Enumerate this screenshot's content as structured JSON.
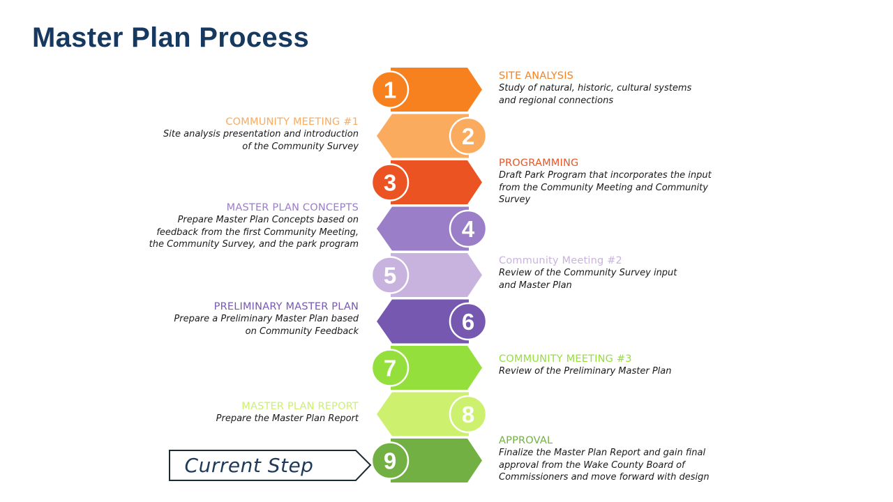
{
  "title": "Master Plan Process",
  "current_step": {
    "label": "Current Step",
    "step_number": 9
  },
  "steps": [
    {
      "number": "1",
      "title": "SITE ANALYSIS",
      "description": "Study of natural, historic, cultural systems\nand regional connections",
      "color": "#f7811f",
      "title_color": "#f7811f",
      "direction": "right",
      "text_side": "right"
    },
    {
      "number": "2",
      "title": "COMMUNITY MEETING #1",
      "description": "Site analysis presentation and introduction\nof the Community Survey",
      "color": "#fbab5e",
      "title_color": "#fbab5e",
      "direction": "left",
      "text_side": "left"
    },
    {
      "number": "3",
      "title": "PROGRAMMING",
      "description": "Draft Park Program that incorporates the input\nfrom the Community Meeting and Community\nSurvey",
      "color": "#ec5323",
      "title_color": "#ec5323",
      "direction": "right",
      "text_side": "right"
    },
    {
      "number": "4",
      "title": "MASTER PLAN CONCEPTS",
      "description": "Prepare Master Plan Concepts based on\nfeedback from the first Community Meeting,\nthe Community Survey, and the park program",
      "color": "#9a7ec7",
      "title_color": "#9a7ec7",
      "direction": "left",
      "text_side": "left"
    },
    {
      "number": "5",
      "title": "Community Meeting #2",
      "description": "Review of the Community Survey input\nand Master Plan",
      "color": "#c8b3df",
      "title_color": "#c8b3df",
      "direction": "right",
      "text_side": "right"
    },
    {
      "number": "6",
      "title": "PRELIMINARY MASTER PLAN",
      "description": "Prepare a Preliminary Master Plan based\non Community Feedback",
      "color": "#7658b0",
      "title_color": "#7658b0",
      "direction": "left",
      "text_side": "left"
    },
    {
      "number": "7",
      "title": "COMMUNITY MEETING #3",
      "description": "Review of the Preliminary Master Plan",
      "color": "#94df3b",
      "title_color": "#94df3b",
      "direction": "right",
      "text_side": "right"
    },
    {
      "number": "8",
      "title": "MASTER PLAN REPORT",
      "description": "Prepare the Master Plan Report",
      "color": "#cdf06f",
      "title_color": "#cdf06f",
      "direction": "left",
      "text_side": "left"
    },
    {
      "number": "9",
      "title": "APPROVAL",
      "description": "Finalize the Master Plan Report and gain final\napproval from the Wake County Board of\nCommissioners and move forward with design",
      "color": "#72b043",
      "title_color": "#72b043",
      "direction": "right",
      "text_side": "right"
    }
  ]
}
